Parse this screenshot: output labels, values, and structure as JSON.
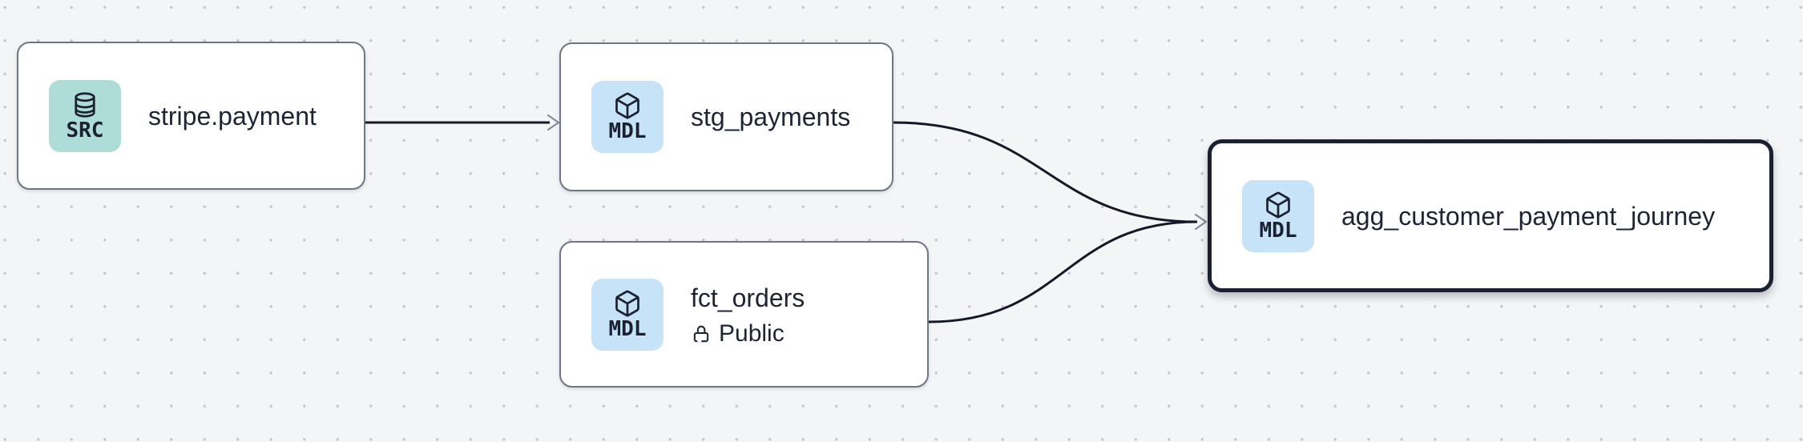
{
  "palette": {
    "background": "#f4f5f7",
    "grid_dot": "#c5c9d1",
    "node_fill": "#ffffff",
    "node_border": "#6e7585",
    "selected_node_border": "#1b2130",
    "source_icon_bg": "#aedcd6",
    "model_icon_bg": "#c7e3f8",
    "text": "#1d2433",
    "edge_line": "#141927",
    "arrowhead": "#848b99"
  },
  "nodes": [
    {
      "label": "stripe.payment",
      "badge": "SRC",
      "type": "source",
      "icon": "database-icon",
      "selected": false
    },
    {
      "label": "stg_payments",
      "badge": "MDL",
      "type": "model",
      "icon": "cube-icon",
      "selected": false
    },
    {
      "label": "fct_orders",
      "badge": "MDL",
      "type": "model",
      "icon": "cube-icon",
      "access": "Public",
      "selected": false
    },
    {
      "label": "agg_customer_payment_journey",
      "badge": "MDL",
      "type": "model",
      "icon": "cube-icon",
      "selected": true
    }
  ],
  "edges": [
    {
      "from": "stripe.payment",
      "to": "stg_payments"
    },
    {
      "from": "stg_payments",
      "to": "agg_customer_payment_journey"
    },
    {
      "from": "fct_orders",
      "to": "agg_customer_payment_journey"
    }
  ]
}
